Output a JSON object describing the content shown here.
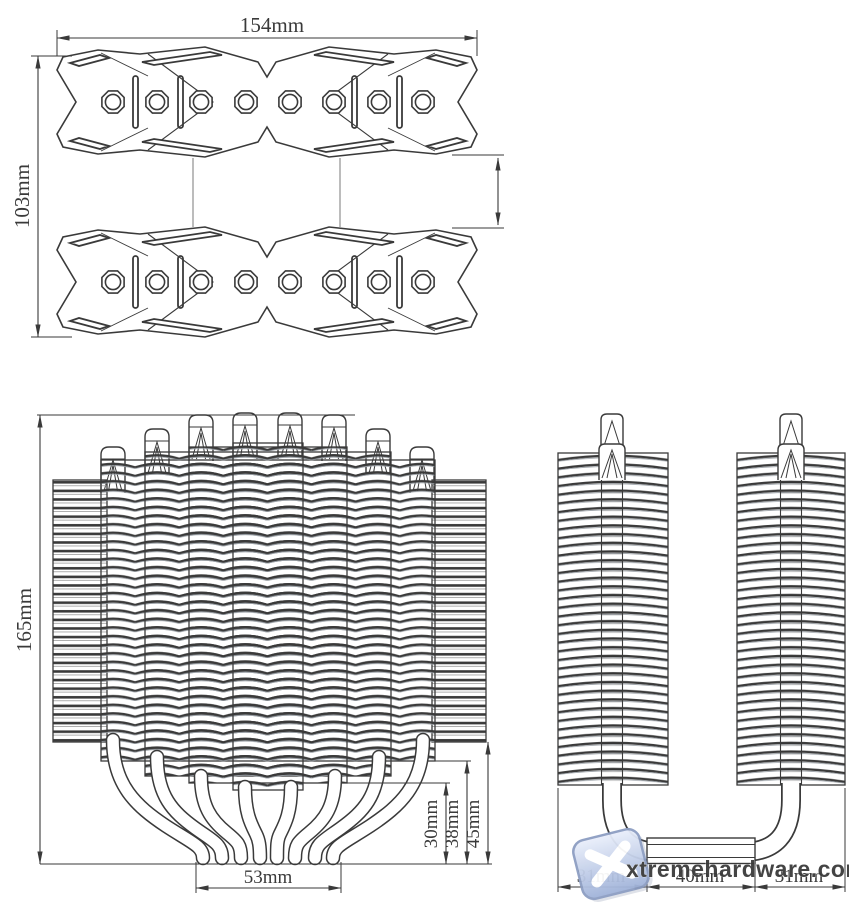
{
  "drawing": {
    "background": "#ffffff",
    "ink": "#3a3a3a",
    "labels": {
      "top_width": "154mm",
      "top_height": "103mm",
      "front_height": "165mm",
      "front_base_width": "53mm",
      "front_offset_small": "30mm",
      "front_offset_mid": "38mm",
      "front_offset_large": "45mm",
      "side_left": "31mm",
      "side_center": "40mm",
      "side_right": "31mm"
    },
    "watermark": {
      "text": "xtremehardware.com",
      "text_color": "#b2bfdc",
      "icon_top": "#eaeffb",
      "icon_bottom": "#9fb2d9",
      "icon_border": "#8d9ec2"
    }
  }
}
